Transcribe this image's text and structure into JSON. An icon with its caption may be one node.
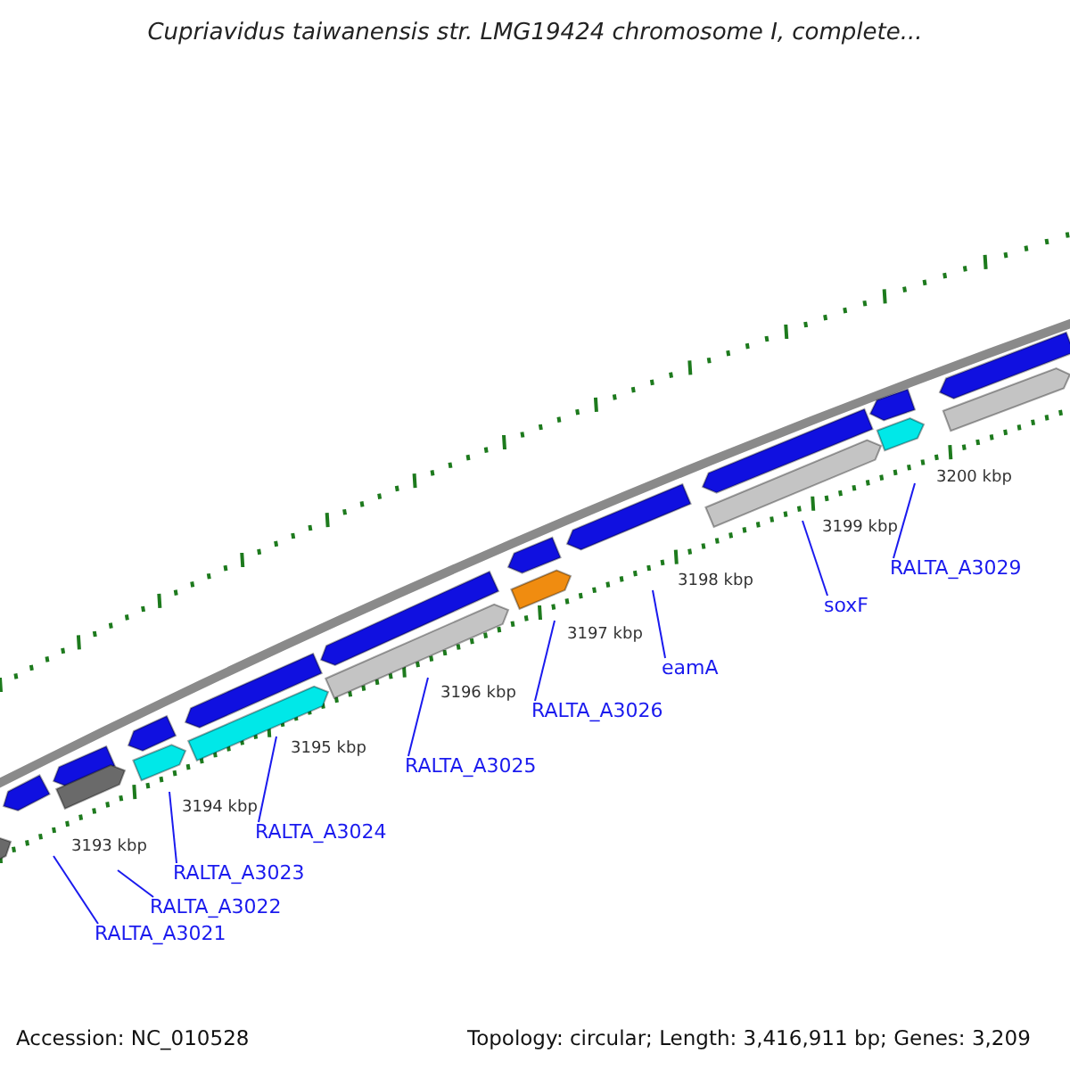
{
  "diagram": {
    "title": "Cupriavidus taiwanensis str. LMG19424 chromosome I, complete...",
    "nodes": [
      {
        "text": [
          "RALTA_A3021"
        ]
      },
      {
        "text": [
          "RALTA_A3022"
        ]
      },
      {
        "text": [
          "RALTA_A3023"
        ]
      },
      {
        "text": [
          "RALTA_A3024"
        ]
      },
      {
        "text": [
          "RALTA_A3025"
        ]
      },
      {
        "text": [
          "RALTA_A3026"
        ]
      },
      {
        "text": [
          "eamA"
        ]
      },
      {
        "text": [
          "soxF"
        ]
      },
      {
        "text": [
          "RALTA_A3029"
        ]
      }
    ],
    "edges": [
      {
        "from": 0,
        "to": null,
        "arrow": "none"
      },
      {
        "from": 1,
        "to": null,
        "arrow": "none"
      },
      {
        "from": 2,
        "to": null,
        "arrow": "none"
      },
      {
        "from": 3,
        "to": null,
        "arrow": "none"
      },
      {
        "from": 4,
        "to": null,
        "arrow": "none"
      },
      {
        "from": 5,
        "to": null,
        "arrow": "none"
      },
      {
        "from": 6,
        "to": null,
        "arrow": "none"
      },
      {
        "from": 7,
        "to": null,
        "arrow": "none"
      },
      {
        "from": 8,
        "to": null,
        "arrow": "none"
      }
    ],
    "labels": [
      "3200 kbp",
      "3199 kbp",
      "3198 kbp",
      "3197 kbp",
      "3196 kbp",
      "3195 kbp",
      "3194 kbp",
      "3193 kbp",
      "Accession: NC_010528",
      "Topology: circular; Length: 3,416,911 bp; Genes: 3,209"
    ]
  }
}
